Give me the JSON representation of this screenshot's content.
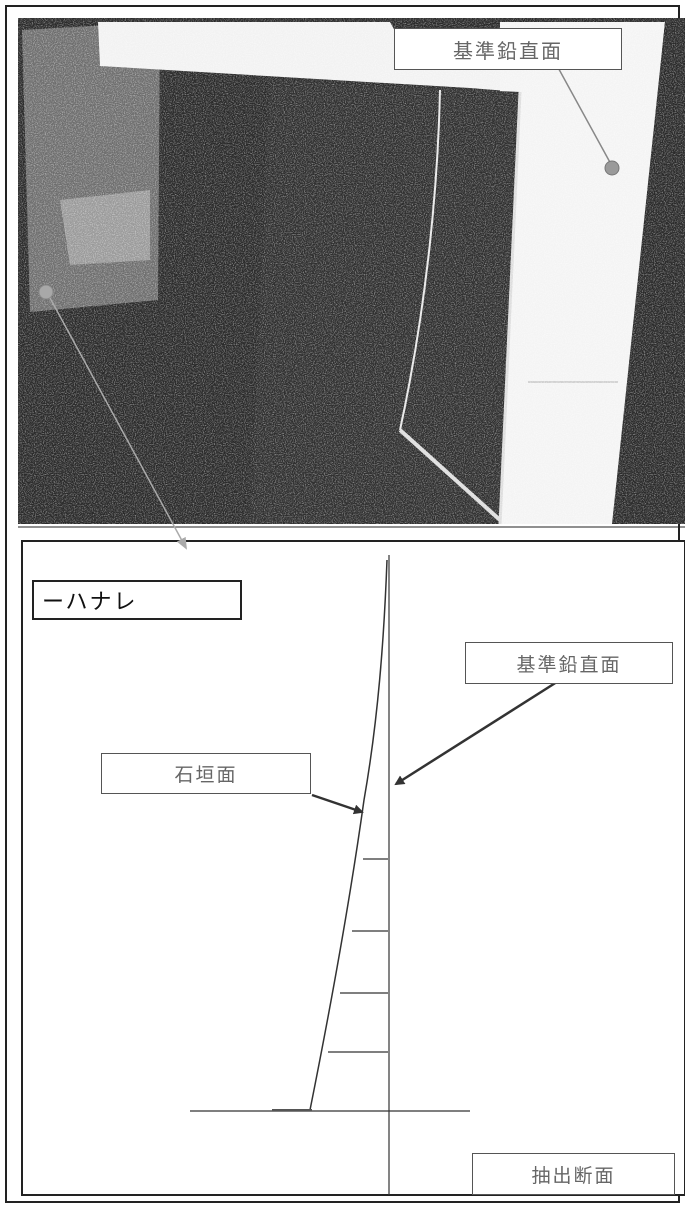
{
  "top_panel": {
    "label_reference_plane": "基準鉛直面"
  },
  "bottom_panel": {
    "title": "ーハナレ",
    "label_reference_plane": "基準鉛直面",
    "label_stone_wall_face": "石垣面",
    "label_extracted_section": "抽出断面"
  },
  "colors": {
    "frame": "#222222",
    "photo_dark": "#2a2a2a",
    "photo_light": "#f4f4f4",
    "point_marker": "#999999",
    "arrow": "#333333"
  }
}
